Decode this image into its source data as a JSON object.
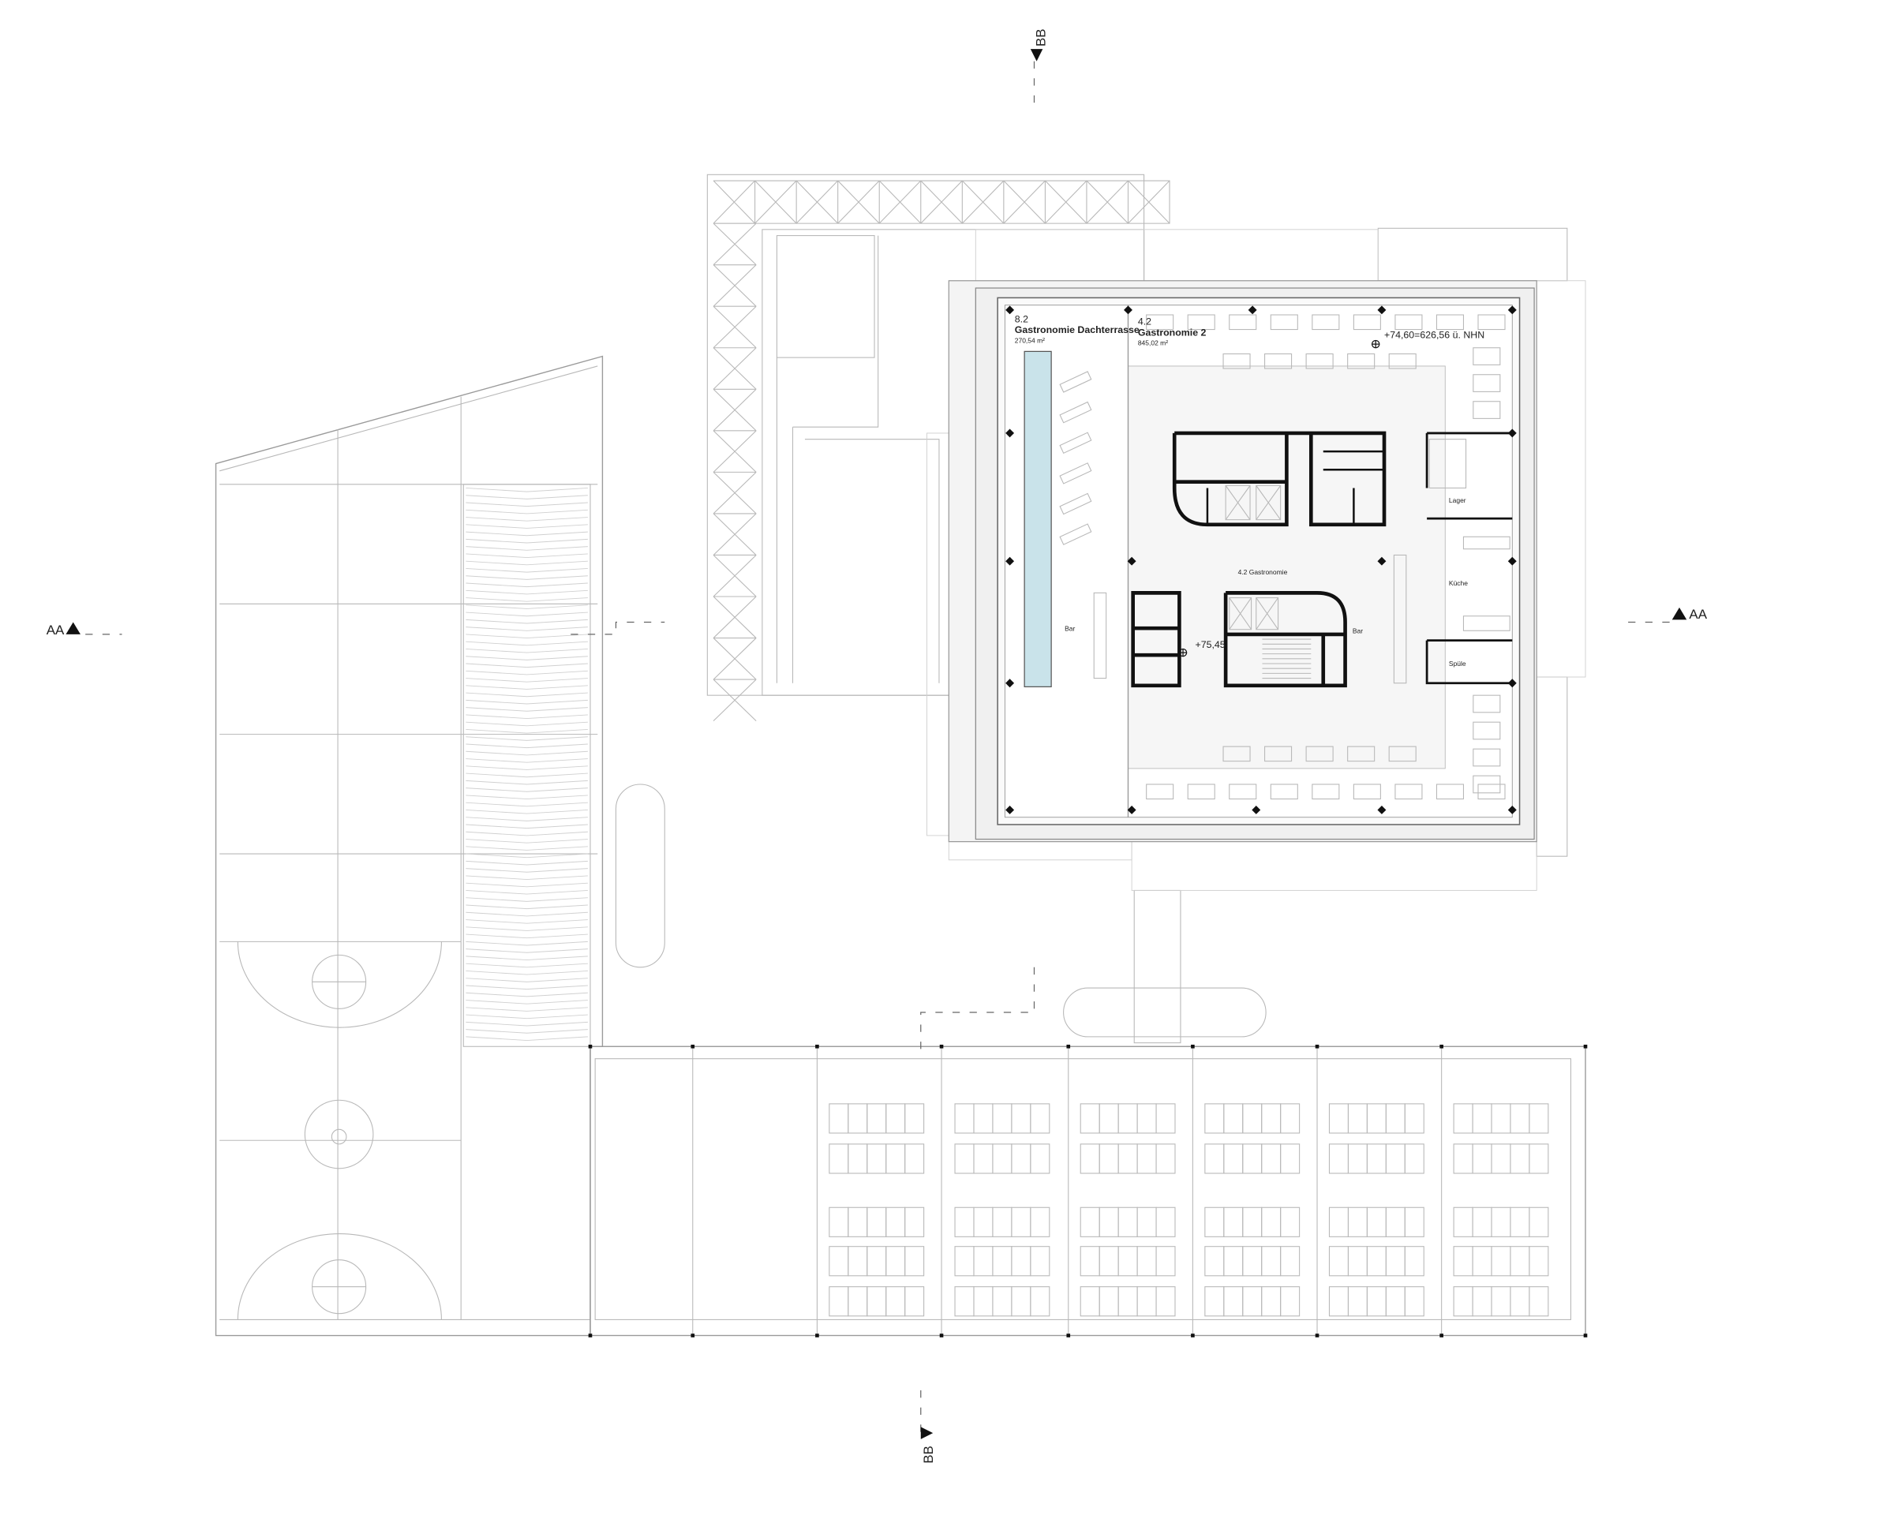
{
  "drawing": {
    "rooms": {
      "terrace": {
        "number": "8.2",
        "name": "Gastronomie Dachterrasse",
        "area": "270,54 m²"
      },
      "gastro": {
        "number": "4.2",
        "name": "Gastronomie 2",
        "area": "845,02 m²"
      },
      "gastro_center_label": "4.2 Gastronomie",
      "bar_left": "Bar",
      "bar_right": "Bar",
      "storage": "Lager",
      "kitchen": "Küche",
      "scullery": "Spüle"
    },
    "levels": {
      "roof_level": "+74,60=626,56 ü. NHN",
      "core_level": "+75,45"
    },
    "sections": {
      "aa_left": "AA",
      "aa_right": "AA",
      "bb_top": "BB",
      "bb_bottom": "BB"
    },
    "colors": {
      "pool": "#c9e3ea",
      "walls": "#111111",
      "lines": "#b8b8b8"
    }
  }
}
